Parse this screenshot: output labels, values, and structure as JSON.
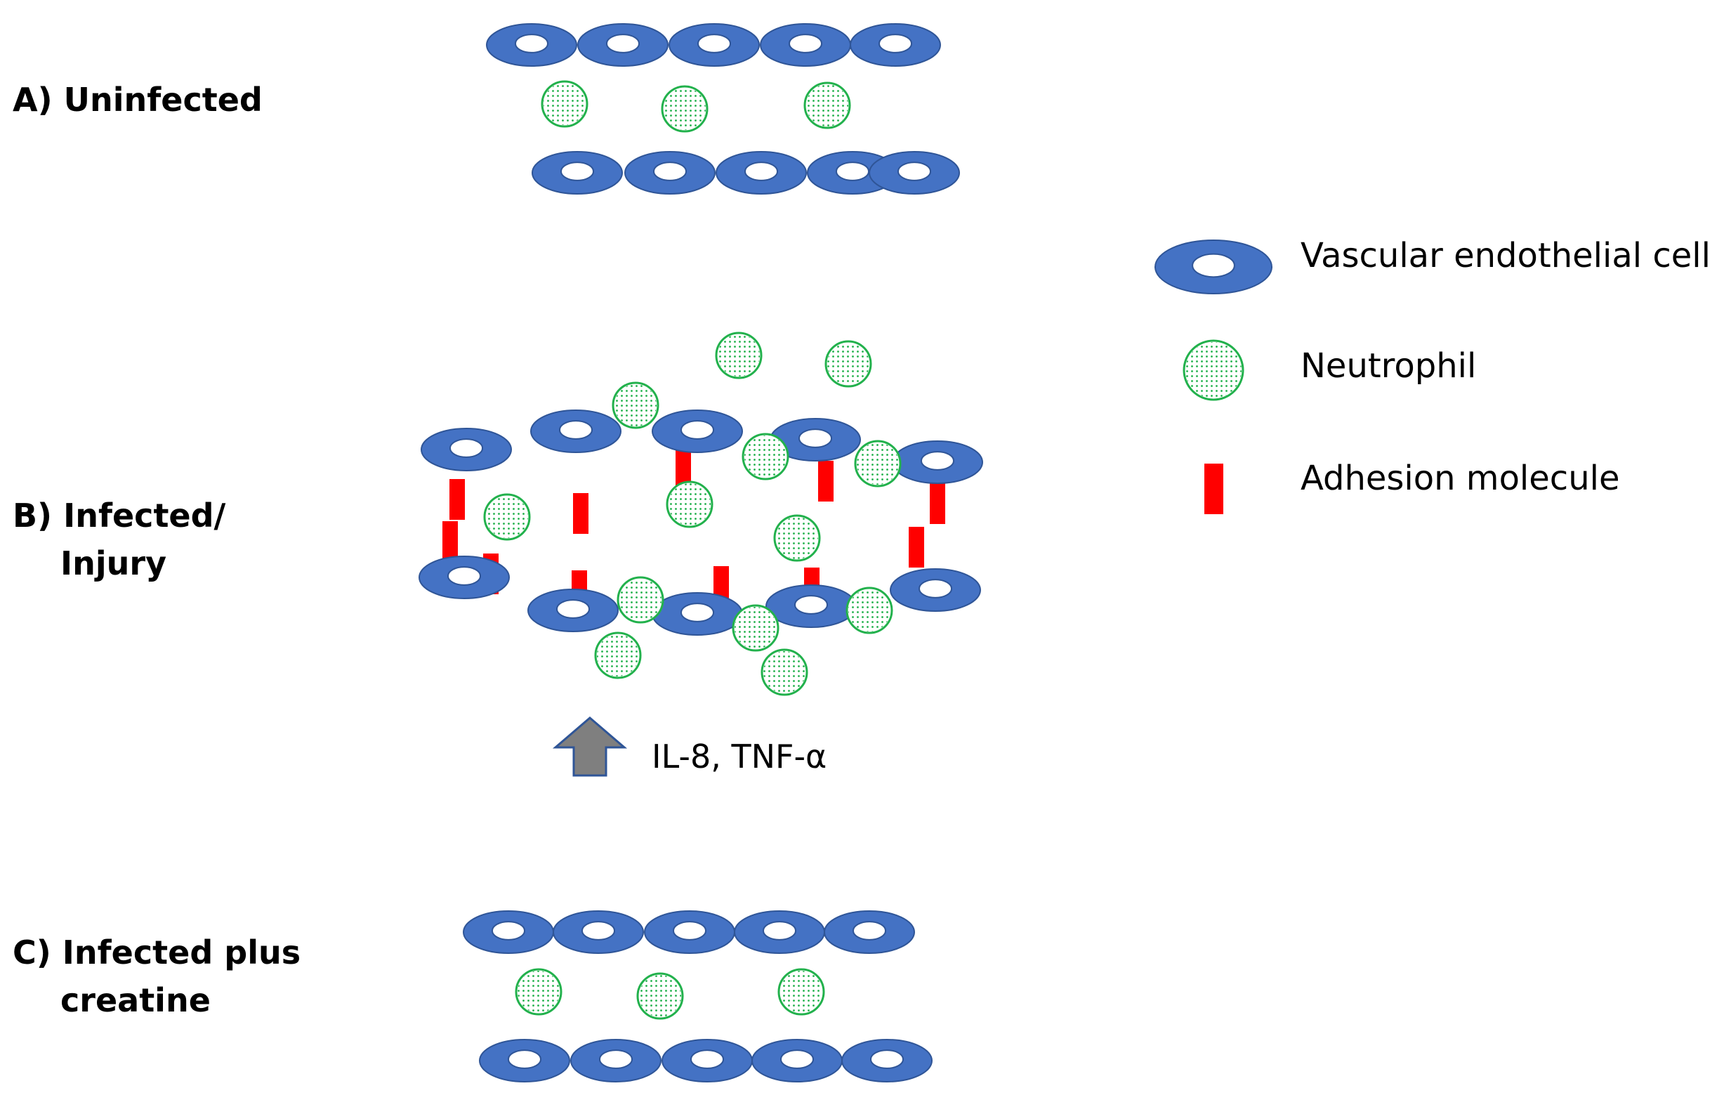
{
  "panels": {
    "a_label": "A) Uninfected",
    "b_label_line1": "B) Infected/",
    "b_label_line2": "Injury",
    "c_label_line1": "C) Infected plus",
    "c_label_line2": "creatine"
  },
  "legend": {
    "endothelial_cell": "Vascular endothelial cell",
    "neutrophil": "Neutrophil",
    "adhesion_molecule": "Adhesion molecule"
  },
  "cytokines": "IL-8, TNF-α",
  "colors": {
    "endothelial_cell": "#4472C4",
    "endothelial_edge": "#2F5597",
    "neutrophil": "#22B14C",
    "adhesion_molecule": "#FF0000",
    "arrow": "#7F7F7F"
  }
}
